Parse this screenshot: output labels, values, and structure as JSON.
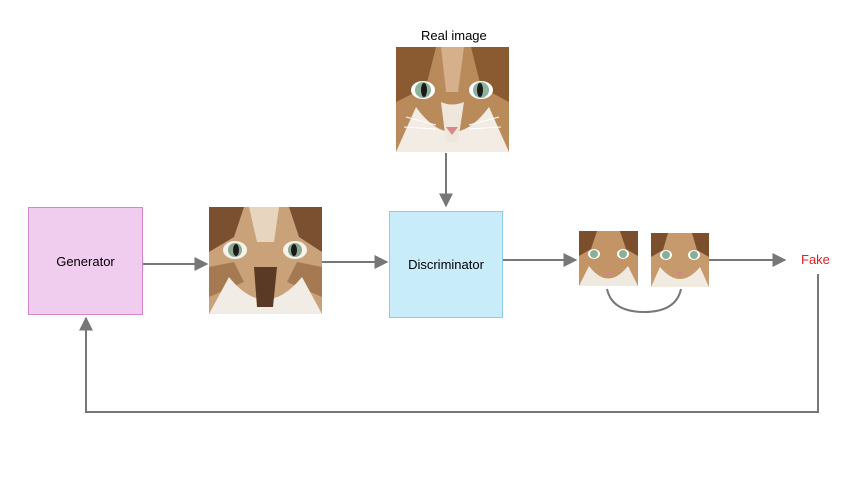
{
  "nodes": {
    "generator": "Generator",
    "discriminator": "Discriminator"
  },
  "labels": {
    "real_image": "Real image",
    "fake": "Fake"
  },
  "colors": {
    "generator_fill": "#f0cdee",
    "discriminator_fill": "#c9ecfa",
    "fake_text": "#e02020",
    "arrow": "#777777"
  },
  "icons": {
    "real_image": "cat-photo",
    "generated_image": "cat-posterized-photo",
    "outputs": "cat-photo-pair"
  }
}
